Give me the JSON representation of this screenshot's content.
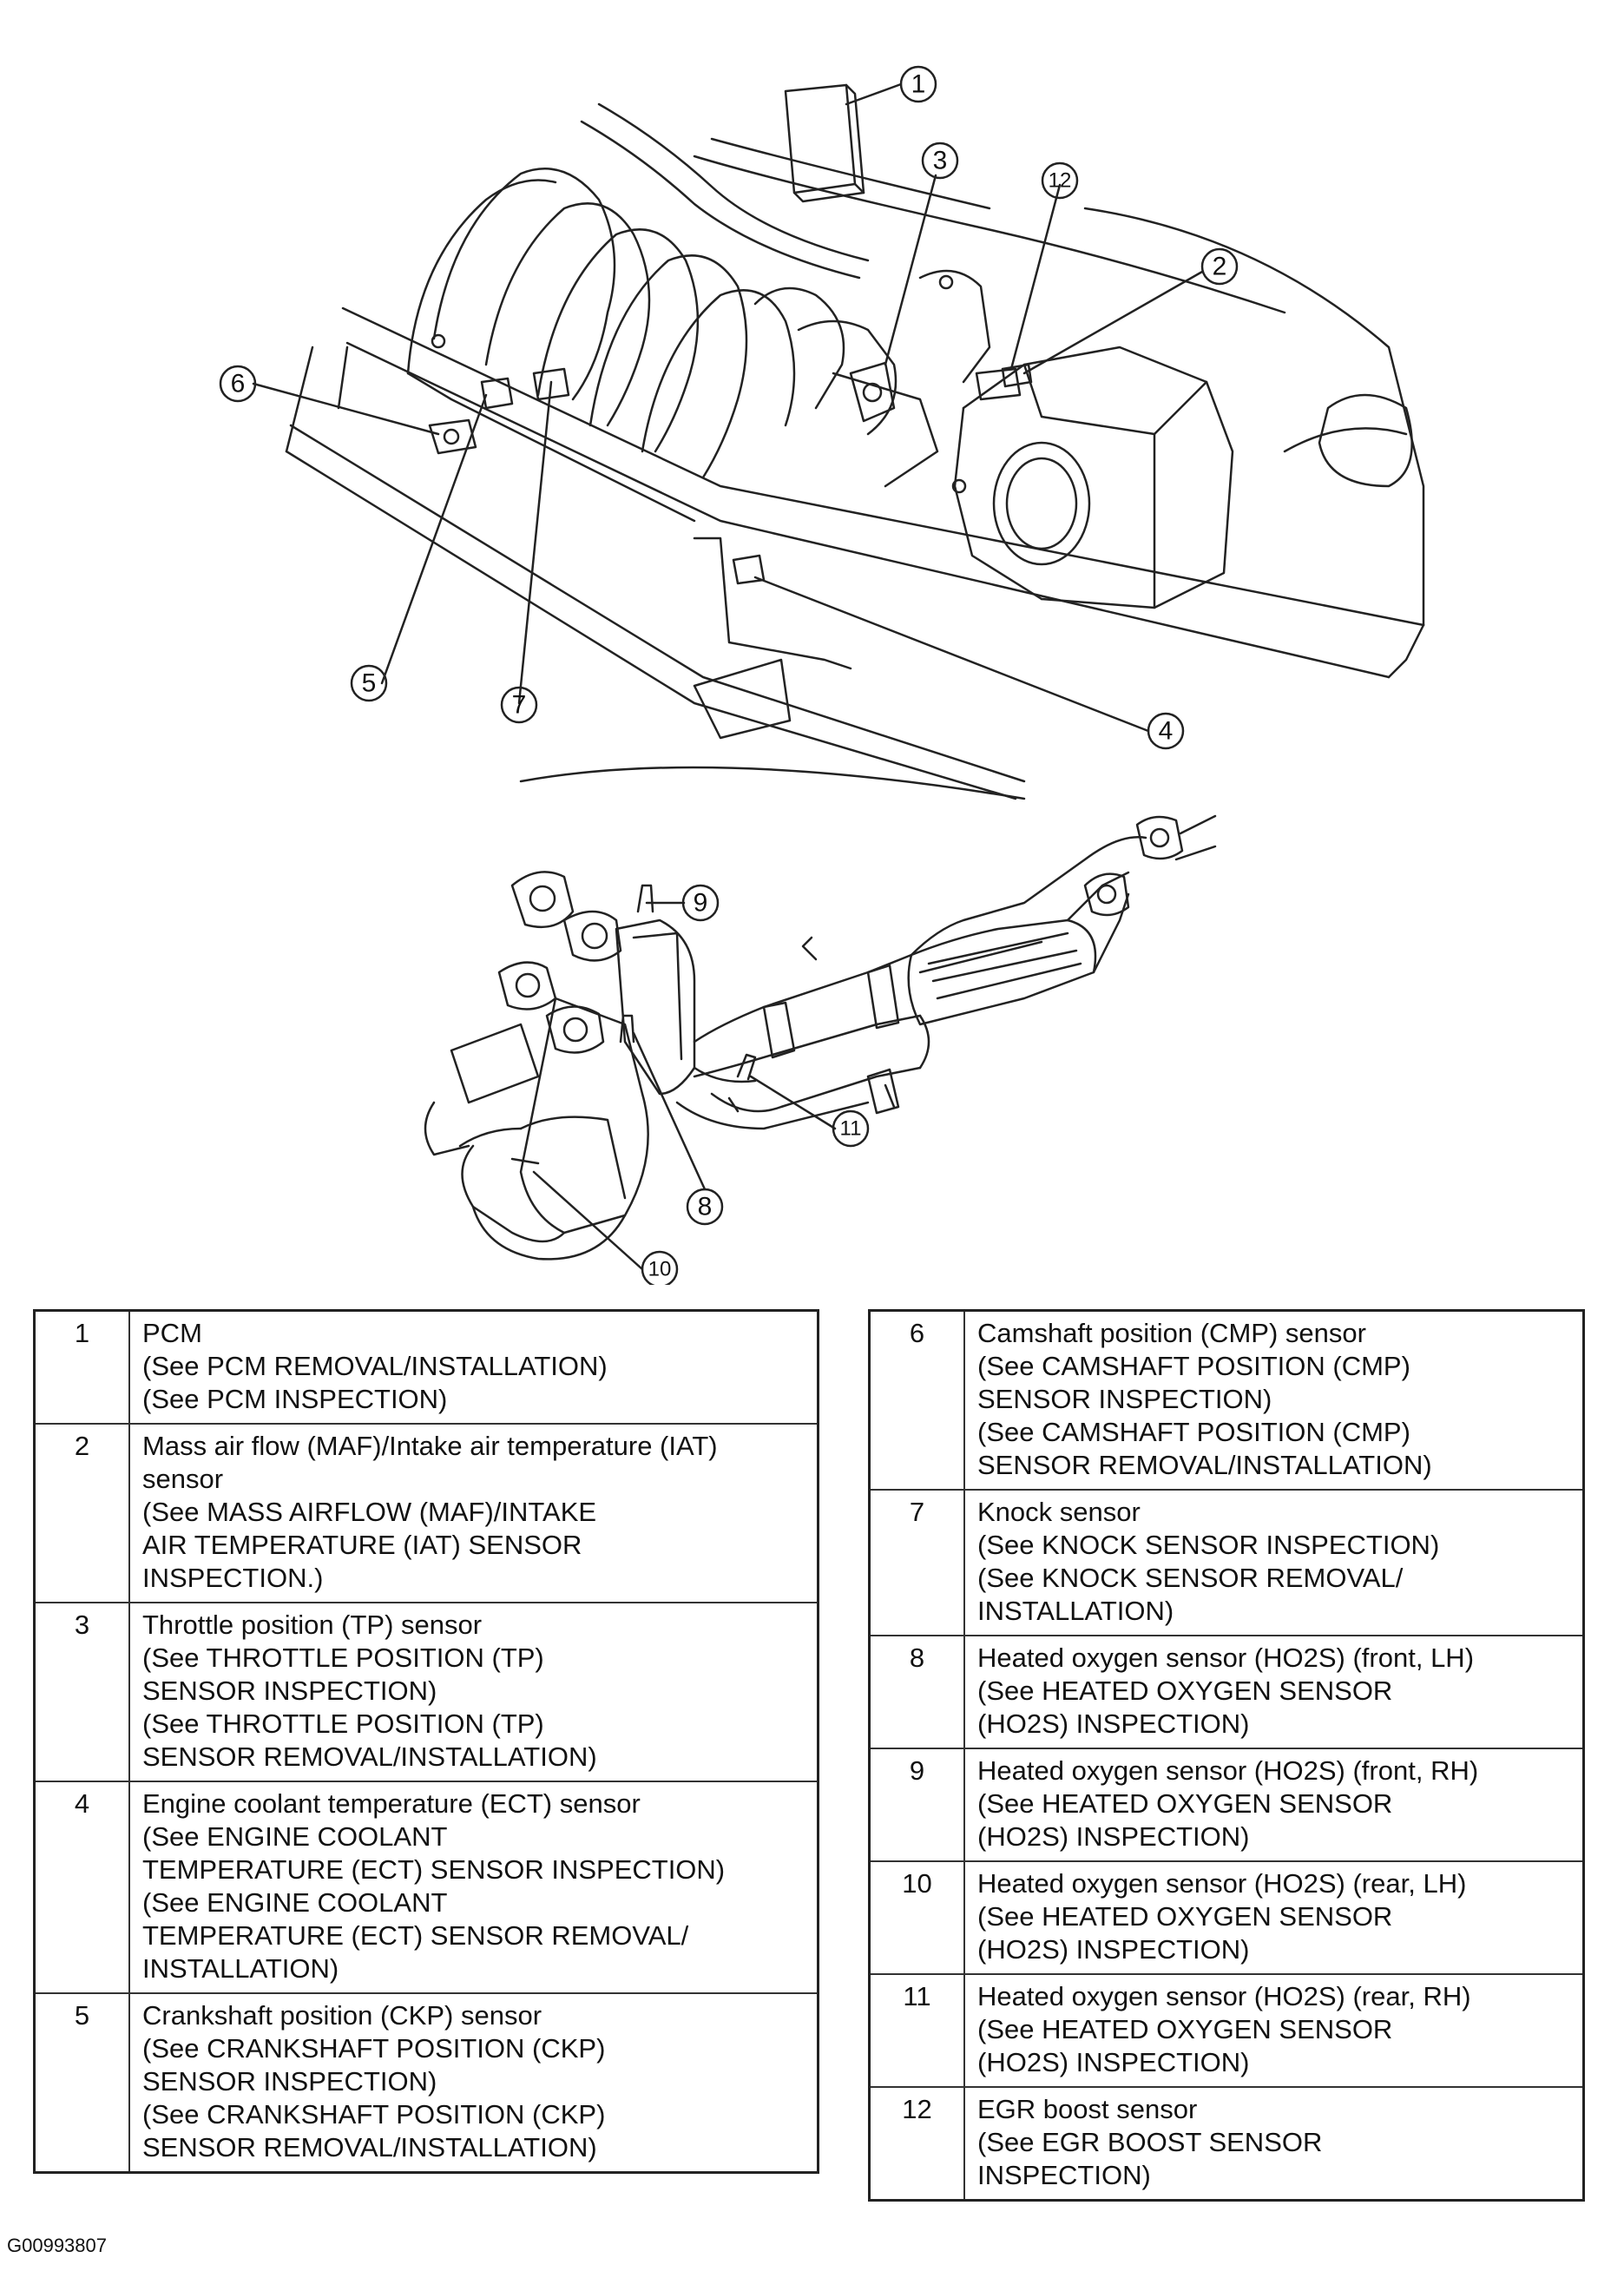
{
  "callouts": [
    "1",
    "2",
    "3",
    "4",
    "5",
    "6",
    "7",
    "8",
    "9",
    "10",
    "11",
    "12"
  ],
  "components_left": [
    {
      "num": "1",
      "lines": [
        "PCM",
        "(See PCM REMOVAL/INSTALLATION)",
        "(See PCM INSPECTION)"
      ]
    },
    {
      "num": "2",
      "lines": [
        "Mass air flow (MAF)/Intake air temperature (IAT)",
        "sensor",
        "(See MASS AIRFLOW (MAF)/INTAKE",
        "AIR TEMPERATURE (IAT) SENSOR",
        "INSPECTION.)"
      ]
    },
    {
      "num": "3",
      "lines": [
        "Throttle position (TP) sensor",
        "(See  THROTTLE POSITION (TP)",
        "SENSOR INSPECTION)",
        "(See THROTTLE POSITION (TP)",
        "SENSOR REMOVAL/INSTALLATION)"
      ]
    },
    {
      "num": "4",
      "lines": [
        "Engine coolant temperature (ECT) sensor",
        "(See  ENGINE COOLANT",
        "TEMPERATURE (ECT) SENSOR INSPECTION)",
        "(See ENGINE COOLANT",
        "TEMPERATURE (ECT) SENSOR REMOVAL/",
        "INSTALLATION)"
      ]
    },
    {
      "num": "5",
      "lines": [
        "Crankshaft position (CKP) sensor",
        "(See CRANKSHAFT POSITION (CKP)",
        "SENSOR INSPECTION)",
        "(See CRANKSHAFT POSITION (CKP)",
        "SENSOR REMOVAL/INSTALLATION)"
      ]
    }
  ],
  "components_right": [
    {
      "num": "6",
      "lines": [
        "Camshaft position (CMP) sensor",
        "(See CAMSHAFT POSITION (CMP)",
        "SENSOR INSPECTION)",
        "(See  CAMSHAFT POSITION (CMP)",
        "SENSOR REMOVAL/INSTALLATION)"
      ]
    },
    {
      "num": "7",
      "lines": [
        "Knock sensor",
        "(See KNOCK SENSOR INSPECTION)",
        "(See KNOCK SENSOR REMOVAL/",
        "INSTALLATION)"
      ]
    },
    {
      "num": "8",
      "lines": [
        "Heated oxygen sensor (HO2S) (front, LH)",
        "(See HEATED OXYGEN SENSOR",
        "(HO2S) INSPECTION)"
      ]
    },
    {
      "num": "9",
      "lines": [
        "Heated oxygen sensor (HO2S) (front, RH)",
        "(See HEATED OXYGEN SENSOR",
        "(HO2S) INSPECTION)"
      ]
    },
    {
      "num": "10",
      "lines": [
        "Heated oxygen sensor (HO2S) (rear, LH)",
        "(See HEATED OXYGEN SENSOR",
        "(HO2S) INSPECTION)"
      ]
    },
    {
      "num": "11",
      "lines": [
        "Heated oxygen sensor (HO2S) (rear, RH)",
        "(See HEATED OXYGEN SENSOR",
        "(HO2S) INSPECTION)"
      ]
    },
    {
      "num": "12",
      "lines": [
        "EGR boost sensor",
        "(See EGR BOOST SENSOR",
        "INSPECTION)"
      ]
    }
  ],
  "figure_code": "G00993807"
}
